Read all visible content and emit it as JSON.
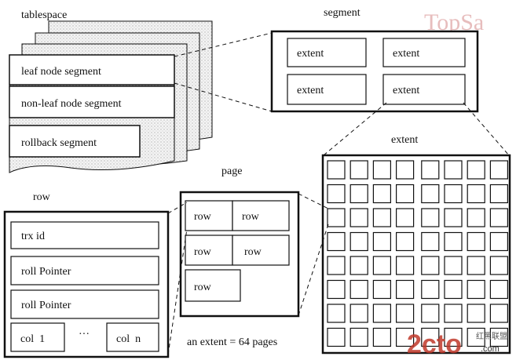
{
  "labels": {
    "tablespace": "tablespace",
    "segment": "segment",
    "extent": "extent",
    "page": "page",
    "row": "row"
  },
  "tablespace": {
    "segments": [
      "leaf node segment",
      "non-leaf node segment",
      "rollback segment"
    ]
  },
  "segment": {
    "extents": [
      "extent",
      "extent",
      "extent",
      "extent"
    ]
  },
  "extent": {
    "grid_rows": 8,
    "grid_cols": 8
  },
  "page": {
    "rows": [
      "row",
      "row",
      "row",
      "row",
      "row"
    ],
    "caption": "an extent = 64 pages"
  },
  "row": {
    "fields": [
      "trx id",
      "roll Pointer",
      "roll Pointer"
    ],
    "col_first": "col  1",
    "ellipsis": "···",
    "col_last": "col  n"
  },
  "watermarks": {
    "top": "TopSa",
    "bottom": "2cto",
    "bottom_domain": ".com",
    "bottom_cn": "红黑联盟"
  },
  "colors": {
    "line": "#111111",
    "watermark_red": "#c0392b",
    "watermark_pink": "#e8b4b4"
  }
}
